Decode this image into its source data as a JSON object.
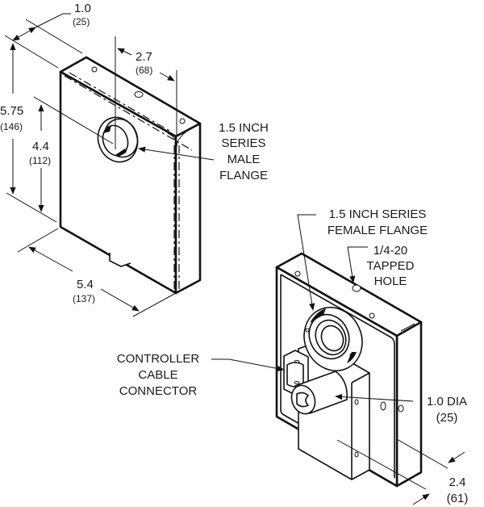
{
  "figure": {
    "title": "Isometric dimension drawing – device with 1.5 inch series flanges",
    "front_view": {
      "dims": {
        "depth": {
          "inch": "1.0",
          "mm": "(25)"
        },
        "flange_offset_x": {
          "inch": "2.7",
          "mm": "(68)"
        },
        "height": {
          "inch": "5.75",
          "mm": "(146)"
        },
        "flange_height": {
          "inch": "4.4",
          "mm": "(112)"
        },
        "width": {
          "inch": "5.4",
          "mm": "(137)"
        }
      },
      "callouts": {
        "male_flange": [
          "1.5 INCH",
          "SERIES",
          "MALE",
          "FLANGE"
        ]
      }
    },
    "rear_view": {
      "callouts": {
        "female_flange": [
          "1.5 INCH SERIES",
          "FEMALE FLANGE"
        ],
        "tapped_hole": [
          "1/4-20",
          "TAPPED",
          "HOLE"
        ],
        "cable_connector": [
          "CONTROLLER",
          "CABLE",
          "CONNECTOR"
        ],
        "port_dia": {
          "inch": "1.0 DIA",
          "mm": "(25)"
        }
      },
      "dims": {
        "depth": {
          "inch": "2.4",
          "mm": "(61)"
        }
      }
    }
  }
}
